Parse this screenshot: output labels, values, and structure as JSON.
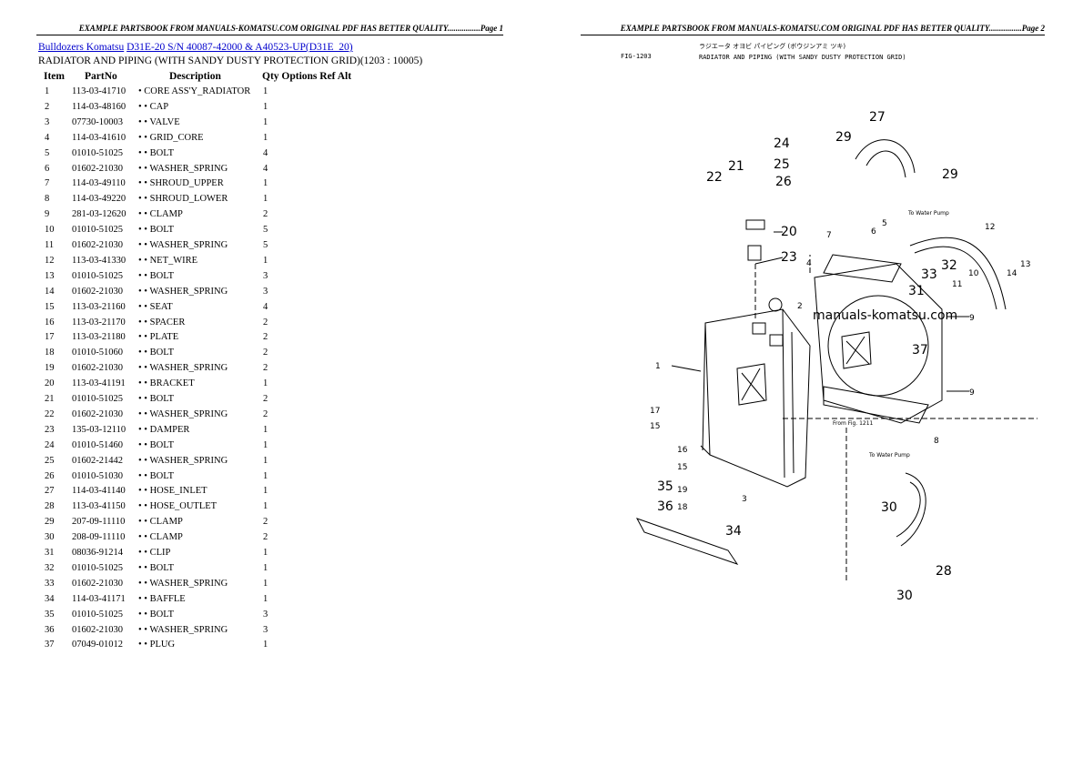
{
  "page1": {
    "header": "EXAMPLE PARTSBOOK FROM MANUALS-KOMATSU.COM ORIGINAL PDF HAS BETTER QUALITY................Page 1",
    "breadcrumb": {
      "link1": "Bulldozers Komatsu",
      "link2": "D31E-20 S/N 40087-42000 & A40523-UP(D31E_20)"
    },
    "subtitle": "RADIATOR AND PIPING (WITH SANDY DUSTY PROTECTION GRID)(1203 : 10005)",
    "columns": {
      "item": "Item",
      "partno": "PartNo",
      "description": "Description",
      "qty_options": "Qty Options Ref Alt"
    },
    "rows": [
      [
        "1",
        "113-03-41710",
        "• CORE ASS'Y_RADIATOR",
        "1"
      ],
      [
        "2",
        "114-03-48160",
        "• • CAP",
        "1"
      ],
      [
        "3",
        "07730-10003",
        "• • VALVE",
        "1"
      ],
      [
        "4",
        "114-03-41610",
        "• • GRID_CORE",
        "1"
      ],
      [
        "5",
        "01010-51025",
        "• • BOLT",
        "4"
      ],
      [
        "6",
        "01602-21030",
        "• • WASHER_SPRING",
        "4"
      ],
      [
        "7",
        "114-03-49110",
        "• • SHROUD_UPPER",
        "1"
      ],
      [
        "8",
        "114-03-49220",
        "• • SHROUD_LOWER",
        "1"
      ],
      [
        "9",
        "281-03-12620",
        "• • CLAMP",
        "2"
      ],
      [
        "10",
        "01010-51025",
        "• • BOLT",
        "5"
      ],
      [
        "11",
        "01602-21030",
        "• • WASHER_SPRING",
        "5"
      ],
      [
        "12",
        "113-03-41330",
        "• • NET_WIRE",
        "1"
      ],
      [
        "13",
        "01010-51025",
        "• • BOLT",
        "3"
      ],
      [
        "14",
        "01602-21030",
        "• • WASHER_SPRING",
        "3"
      ],
      [
        "15",
        "113-03-21160",
        "• • SEAT",
        "4"
      ],
      [
        "16",
        "113-03-21170",
        "• • SPACER",
        "2"
      ],
      [
        "17",
        "113-03-21180",
        "• • PLATE",
        "2"
      ],
      [
        "18",
        "01010-51060",
        "• • BOLT",
        "2"
      ],
      [
        "19",
        "01602-21030",
        "• • WASHER_SPRING",
        "2"
      ],
      [
        "20",
        "113-03-41191",
        "• • BRACKET",
        "1"
      ],
      [
        "21",
        "01010-51025",
        "• • BOLT",
        "2"
      ],
      [
        "22",
        "01602-21030",
        "• • WASHER_SPRING",
        "2"
      ],
      [
        "23",
        "135-03-12110",
        "• • DAMPER",
        "1"
      ],
      [
        "24",
        "01010-51460",
        "• • BOLT",
        "1"
      ],
      [
        "25",
        "01602-21442",
        "• • WASHER_SPRING",
        "1"
      ],
      [
        "26",
        "01010-51030",
        "• • BOLT",
        "1"
      ],
      [
        "27",
        "114-03-41140",
        "• • HOSE_INLET",
        "1"
      ],
      [
        "28",
        "113-03-41150",
        "• • HOSE_OUTLET",
        "1"
      ],
      [
        "29",
        "207-09-11110",
        "• • CLAMP",
        "2"
      ],
      [
        "30",
        "208-09-11110",
        "• • CLAMP",
        "2"
      ],
      [
        "31",
        "08036-91214",
        "• • CLIP",
        "1"
      ],
      [
        "32",
        "01010-51025",
        "• • BOLT",
        "1"
      ],
      [
        "33",
        "01602-21030",
        "• • WASHER_SPRING",
        "1"
      ],
      [
        "34",
        "114-03-41171",
        "• • BAFFLE",
        "1"
      ],
      [
        "35",
        "01010-51025",
        "• • BOLT",
        "3"
      ],
      [
        "36",
        "01602-21030",
        "• • WASHER_SPRING",
        "3"
      ],
      [
        "37",
        "07049-01012",
        "• • PLUG",
        "1"
      ]
    ]
  },
  "page2": {
    "header": "EXAMPLE PARTSBOOK FROM MANUALS-KOMATSU.COM ORIGINAL PDF HAS BETTER QUALITY................Page 2",
    "fig_number": "FIG-1203",
    "fig_title_jp": "ラジエータ オヨビ パイピング (ボウジンアミ ツキ)",
    "fig_title": "RADIATOR AND PIPING (WITH SANDY DUSTY PROTECTION GRID)",
    "watermark": "manuals-komatsu.com",
    "to_water_pump_1": "To Water Pump",
    "to_water_pump_2": "To Water Pump",
    "from_fig": "From Fig. 1211",
    "callouts": [
      "29",
      "27",
      "24",
      "25",
      "21",
      "22",
      "26",
      "29",
      "20",
      "23",
      "12",
      "7",
      "6",
      "5",
      "4",
      "33",
      "32",
      "31",
      "10",
      "11",
      "14",
      "13",
      "2",
      "9",
      "37",
      "1",
      "9",
      "17",
      "15",
      "8",
      "16",
      "15",
      "19",
      "18",
      "3",
      "35",
      "36",
      "34",
      "30",
      "28",
      "30"
    ]
  }
}
